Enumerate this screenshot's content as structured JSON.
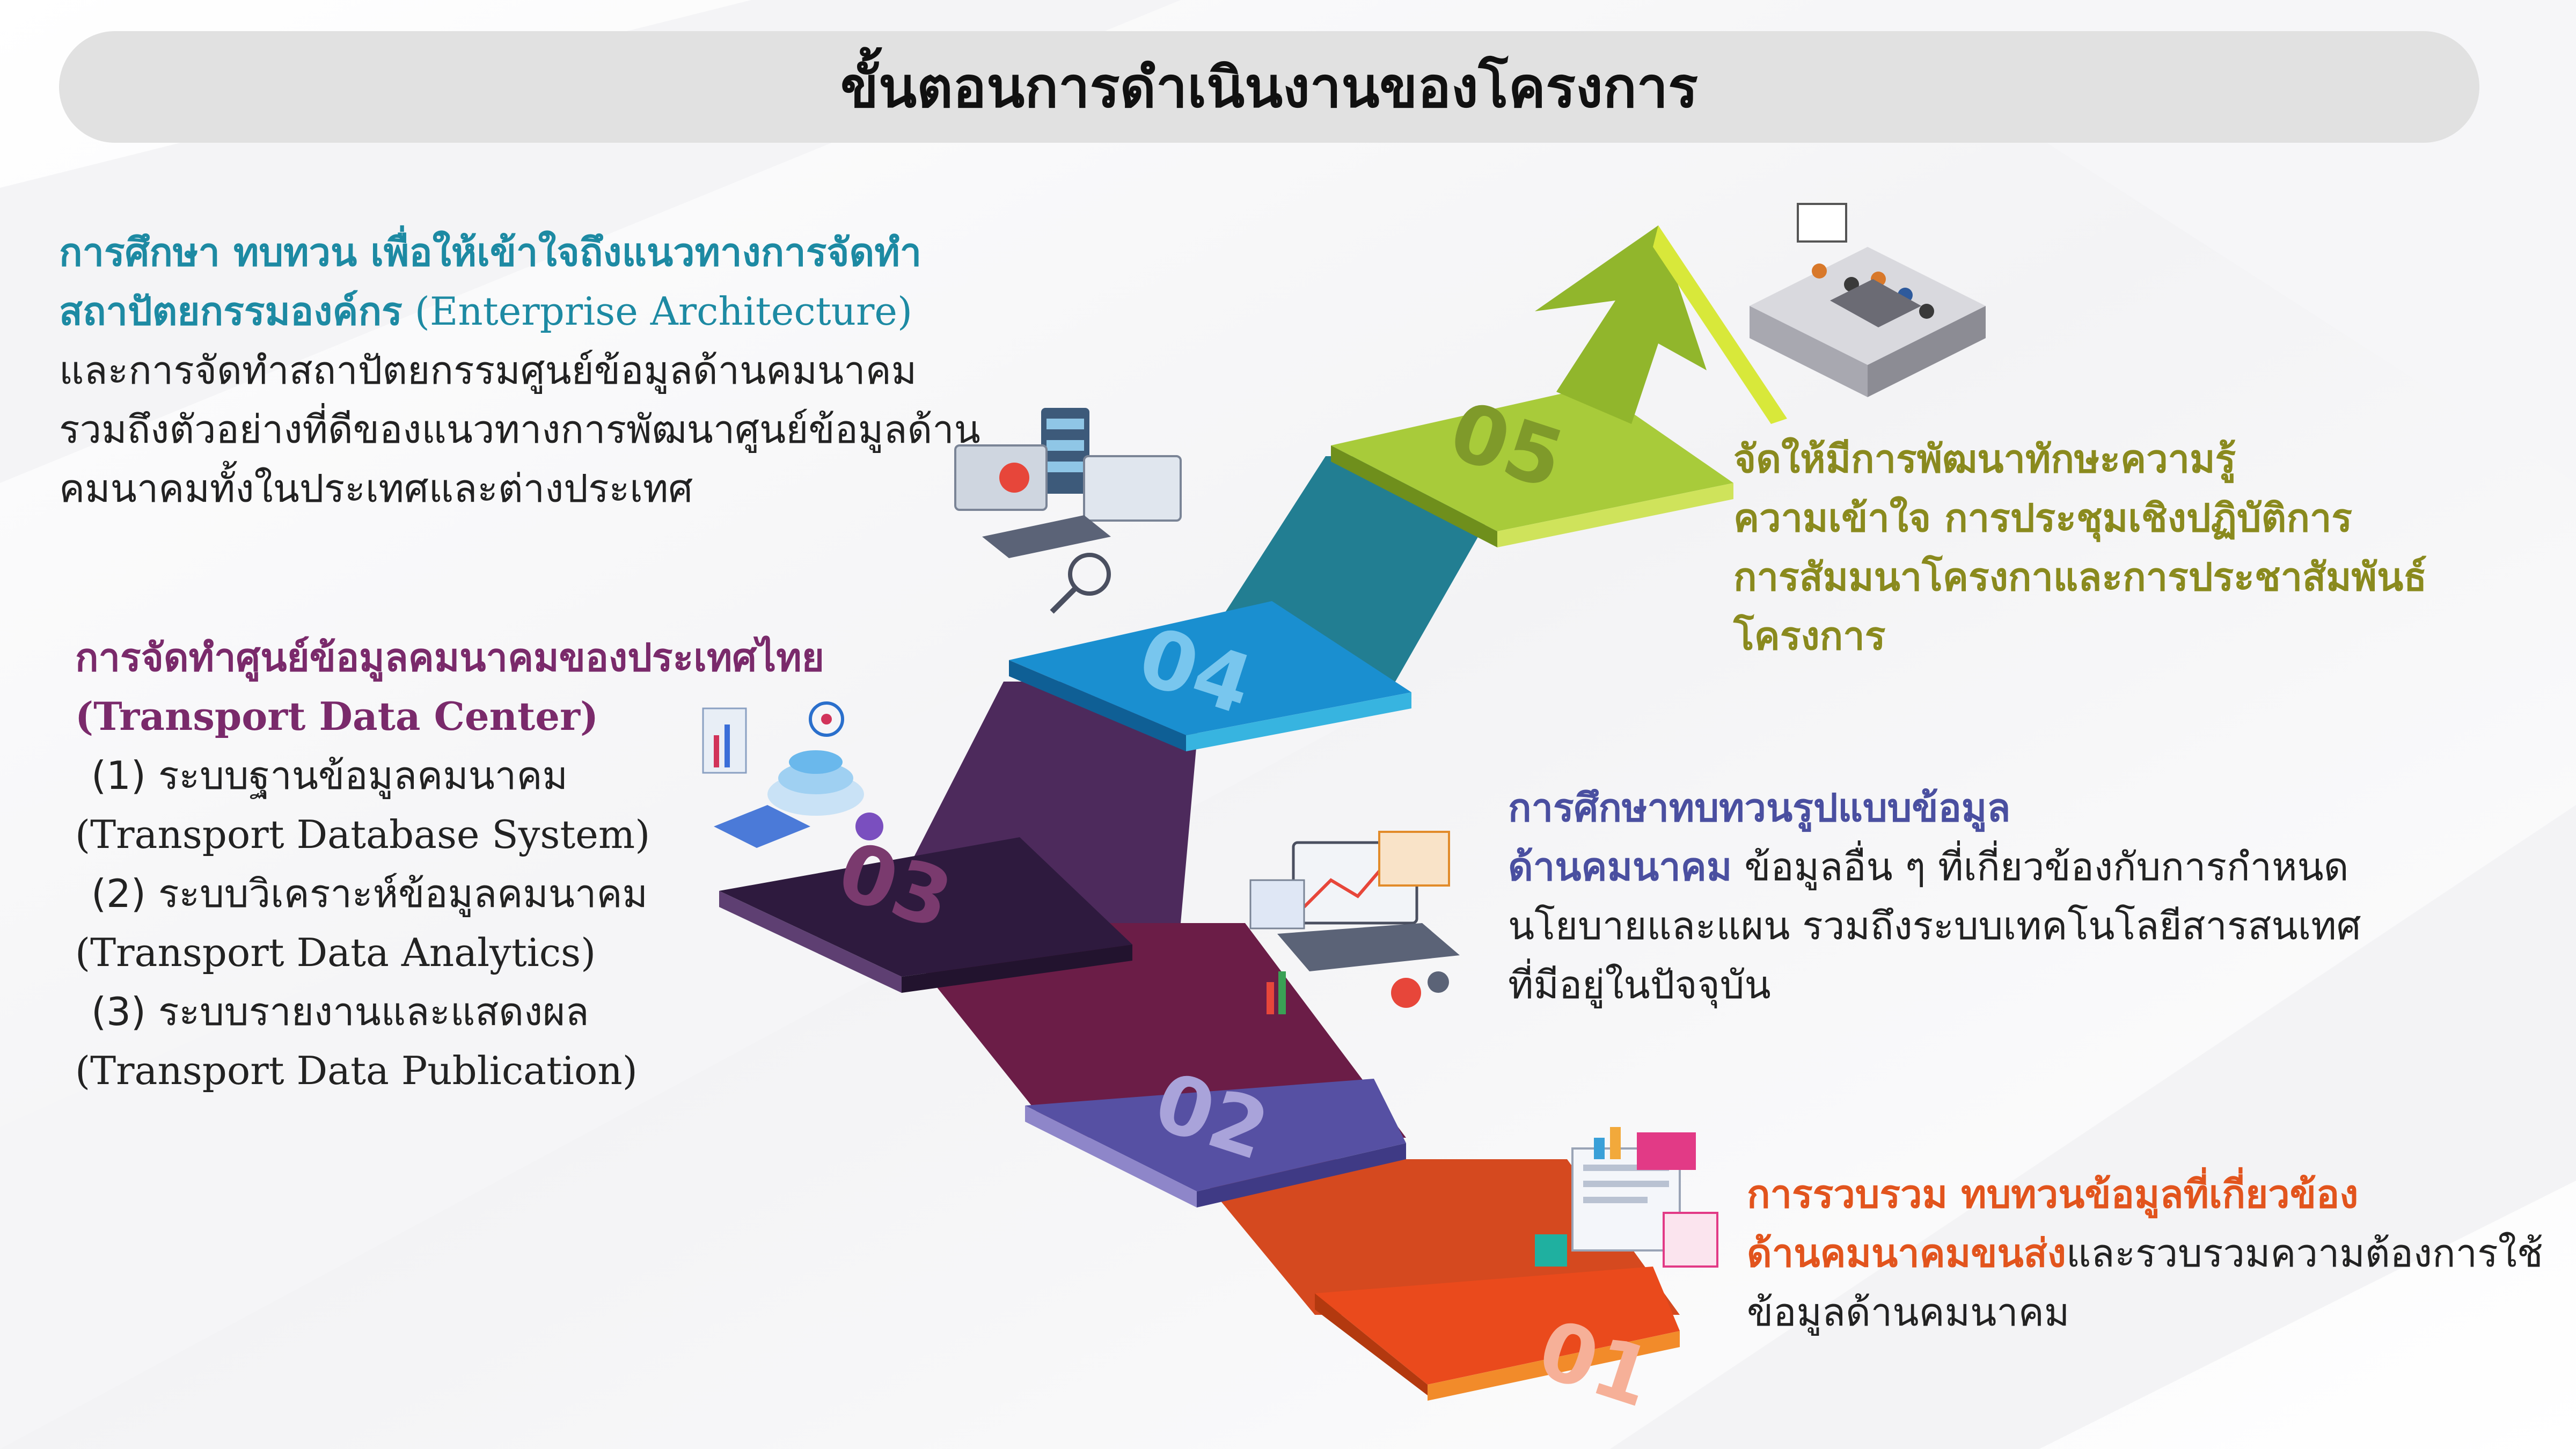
{
  "title": "ขั้นตอนการดำเนินงานของโครงการ",
  "colors": {
    "step01": "#e8411f",
    "step02": "#5651a3",
    "step03": "#3b1f4f",
    "step04": "#1a8fd0",
    "step05": "#a8cb3a",
    "heading_teal": "#1d8aa3",
    "heading_purple": "#7a2a6b",
    "heading_olive": "#8a8a1e",
    "heading_indigo": "#4a4fa0",
    "heading_orange": "#e2541d"
  },
  "steps": [
    {
      "number": "01"
    },
    {
      "number": "02"
    },
    {
      "number": "03"
    },
    {
      "number": "04"
    },
    {
      "number": "05"
    }
  ],
  "block_ea": {
    "line1": "การศึกษา ทบทวน เพื่อให้เข้าใจถึงแนวทางการจัดทำ",
    "line2_bold": "สถาปัตยกรรมองค์กร",
    "line2_en": "(Enterprise Architecture)",
    "line3": "และการจัดทำสถาปัตยกรรมศูนย์ข้อมูลด้านคมนาคม",
    "line4": "รวมถึงตัวอย่างที่ดีของแนวทางการพัฒนาศูนย์ข้อมูลด้าน",
    "line5": "คมนาคมทั้งในประเทศและต่างประเทศ"
  },
  "block_tdc": {
    "heading": "การจัดทำศูนย์ข้อมูลคมนาคมของประเทศไทย",
    "heading_en": "(Transport Data Center)",
    "items": [
      {
        "th": "(1) ระบบฐานข้อมูลคมนาคม",
        "en": "(Transport Database System)"
      },
      {
        "th": "(2) ระบบวิเคราะห์ข้อมูลคมนาคม",
        "en": "(Transport Data Analytics)"
      },
      {
        "th": "(3) ระบบรายงานและแสดงผล",
        "en": "(Transport Data Publication)"
      }
    ]
  },
  "block_training": {
    "line1": "จัดให้มีการพัฒนาทักษะความรู้",
    "line2": "ความเข้าใจ การประชุมเชิงปฏิบัติการ",
    "line3": "การสัมมนาโครงกาและการประชาสัมพันธ์",
    "line4": "โครงการ"
  },
  "block_review": {
    "line1": "การศึกษาทบทวนรูปแบบข้อมูล",
    "line2_bold": "ด้านคมนาคม",
    "line2_rest": " ข้อมูลอื่น ๆ ที่เกี่ยวข้องกับการกำหนด",
    "line3": "นโยบายและแผน รวมถึงระบบเทคโนโลยีสารสนเทศ",
    "line4": "ที่มีอยู่ในปัจจุบัน"
  },
  "block_collect": {
    "line1": "การรวบรวม ทบทวนข้อมูลที่เกี่ยวข้อง",
    "line2_bold": "ด้านคมนาคมขนส่ง",
    "line2_rest": "และรวบรวมความต้องการใช้",
    "line3": "ข้อมูลด้านคมนาคม"
  }
}
